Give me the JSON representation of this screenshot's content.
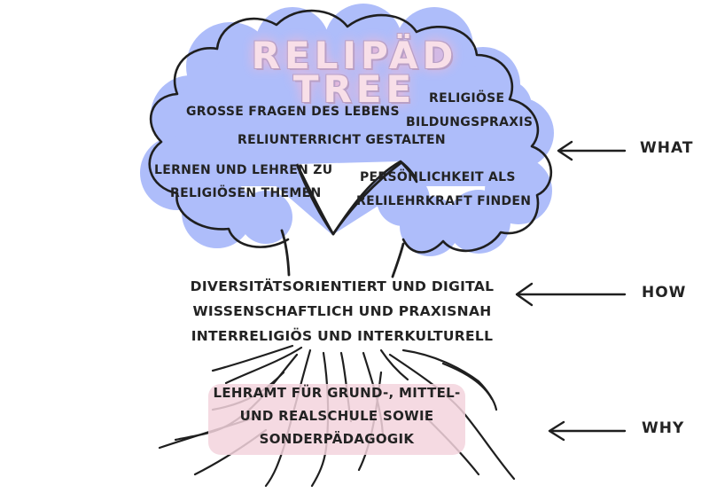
{
  "title": {
    "line1": "RELIPÄD",
    "line2": "TREE"
  },
  "crown_topics": [
    "GROSSE FRAGEN DES LEBENS",
    "RELIGIÖSE",
    "BILDUNGSPRAXIS",
    "RELIUNTERRICHT GESTALTEN",
    "LERNEN UND LEHREN ZU",
    "RELIGIÖSEN THEMEN",
    "PERSÖNLICHKEIT ALS",
    "RELILEHRKRAFT FINDEN"
  ],
  "trunk_lines": [
    "DIVERSITÄTSORIENTIERT UND DIGITAL",
    "WISSENSCHAFTLICH UND PRAXISNAH",
    "INTERRELIGIÖS UND INTERKULTURELL"
  ],
  "root_lines": [
    "LEHRAMT FÜR GRUND-, MITTEL-",
    "UND REALSCHULE SOWIE",
    "SONDERPÄDAGOGIK"
  ],
  "levels": [
    {
      "label": "WHAT",
      "icon": "arrow-left-icon"
    },
    {
      "label": "HOW",
      "icon": "arrow-left-icon"
    },
    {
      "label": "WHY",
      "icon": "arrow-left-icon"
    }
  ],
  "colors": {
    "crown": "#aebdfa",
    "root_highlight": "#f3d3dd",
    "title_glow": "#ffc2d6",
    "ink": "#1f1f1f"
  }
}
